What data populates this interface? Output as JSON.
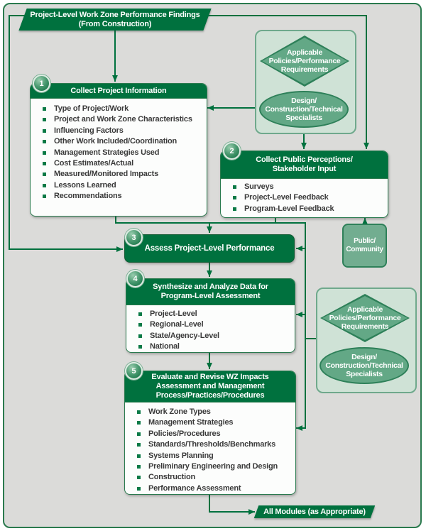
{
  "banner": {
    "label": "Project-Level Work Zone Performance Findings\n(From Construction)"
  },
  "end_banner": {
    "label": "All Modules (as Appropriate)"
  },
  "boxes": {
    "box1": {
      "number": "1",
      "title": "Collect Project Information",
      "items": [
        "Type of Project/Work",
        "Project and Work Zone Characteristics",
        "Influencing Factors",
        "Other Work Included/Coordination",
        "Management Strategies Used",
        "Cost Estimates/Actual",
        "Measured/Monitored Impacts",
        "Lessons Learned",
        "Recommendations"
      ]
    },
    "box2": {
      "number": "2",
      "title": "Collect Public Perceptions/\nStakeholder Input",
      "items": [
        "Surveys",
        "Project-Level Feedback",
        "Program-Level Feedback"
      ]
    },
    "box3": {
      "number": "3",
      "title": "Assess Project-Level Performance"
    },
    "box4": {
      "number": "4",
      "title": "Synthesize and Analyze Data for\nProgram-Level Assessment",
      "items": [
        "Project-Level",
        "Regional-Level",
        "State/Agency-Level",
        "National"
      ]
    },
    "box5": {
      "number": "5",
      "title": "Evaluate and Revise WZ Impacts\nAssessment and Management\nProcess/Practices/Procedures",
      "items": [
        "Work Zone Types",
        "Management Strategies",
        "Policies/Procedures",
        "Standards/Thresholds/Benchmarks",
        "Systems Planning",
        "Preliminary Engineering and Design",
        "Construction",
        "Performance Assessment"
      ]
    }
  },
  "side_panels": {
    "top": {
      "diamond": "Applicable\nPolicies/Performance\nRequirements",
      "ellipse": "Design/\nConstruction/Technical\nSpecialists"
    },
    "bottom": {
      "diamond": "Applicable\nPolicies/Performance\nRequirements",
      "ellipse": "Design/\nConstruction/Technical\nSpecialists"
    }
  },
  "public_box": {
    "label": "Public/\nCommunity"
  },
  "colors": {
    "background": "#dbdbd9",
    "dark_green": "#00713e",
    "panel_fill": "#cfe2d6",
    "panel_border": "#6fa98c",
    "shape_fill": "#63a886",
    "shape_border": "#2e8059",
    "bullet_text": "#3a3a3a",
    "white": "#ffffff"
  }
}
